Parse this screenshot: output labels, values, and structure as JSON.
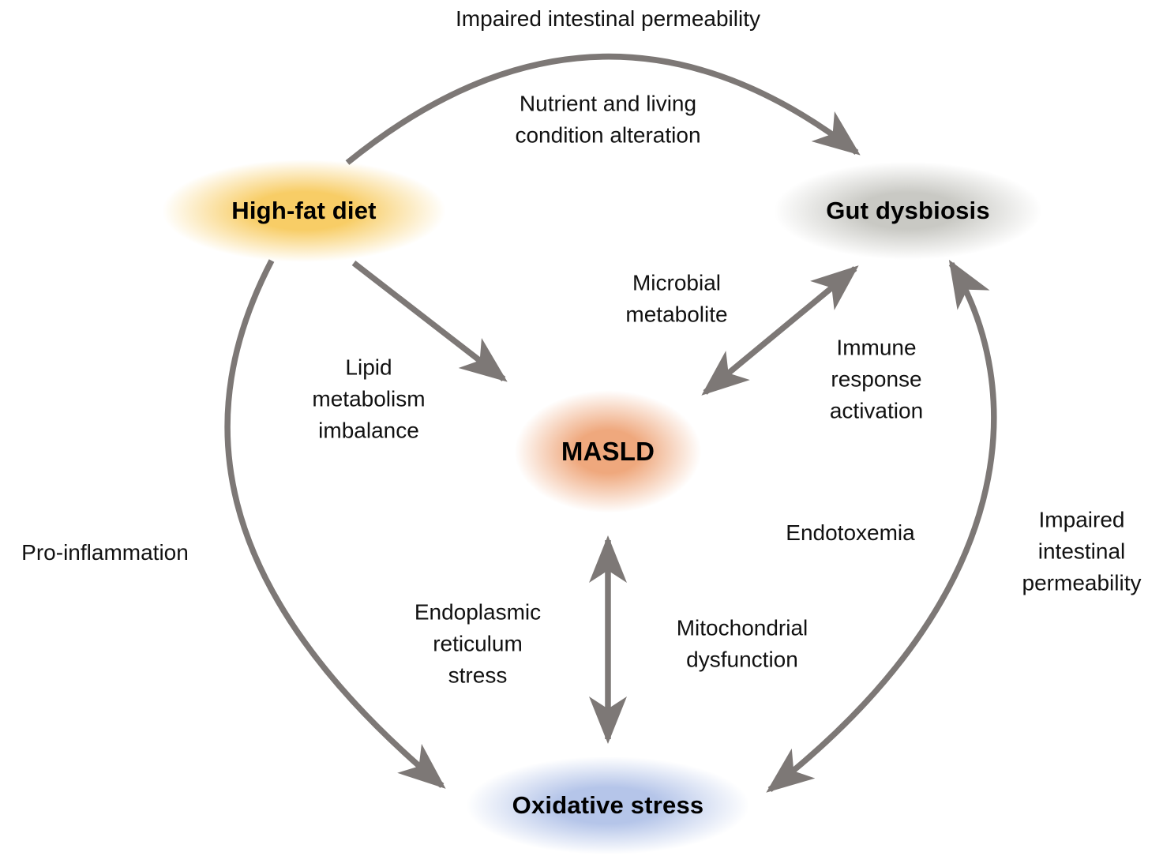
{
  "figure": {
    "type": "concept-diagram",
    "nodes": {
      "high_fat_diet": {
        "label": "High-fat diet"
      },
      "gut_dysbiosis": {
        "label": "Gut dysbiosis"
      },
      "masld": {
        "label": "MASLD"
      },
      "oxidative_stress": {
        "label": "Oxidative stress"
      }
    },
    "edges": {
      "hfd_to_gut": {
        "label_above_arc": "Impaired intestinal permeability",
        "label_below_arc": "Nutrient and living\ncondition alteration"
      },
      "hfd_to_masld": {
        "label": "Lipid\nmetabolism\nimbalance"
      },
      "masld_gut_bidirectional": {
        "label_left": "Microbial\nmetabolite",
        "label_right": "Immune\nresponse\nactivation"
      },
      "gut_oxidative_bidirectional": {
        "label_left": "Endotoxemia",
        "label_right": "Impaired\nintestinal\npermeability"
      },
      "hfd_to_oxidative": {
        "label": "Pro-inflammation"
      },
      "masld_oxidative_bidirectional": {
        "label_left": "Endoplasmic\nreticulum\nstress",
        "label_right": "Mitochondrial\ndysfunction"
      }
    },
    "colors": {
      "arrow": "#7d7876",
      "text": "#111111",
      "high_fat_diet": "#f8cd66",
      "gut_dysbiosis": "#c9c9c4",
      "masld": "#efa87d",
      "oxidative_stress": "#b5c5e9"
    }
  }
}
